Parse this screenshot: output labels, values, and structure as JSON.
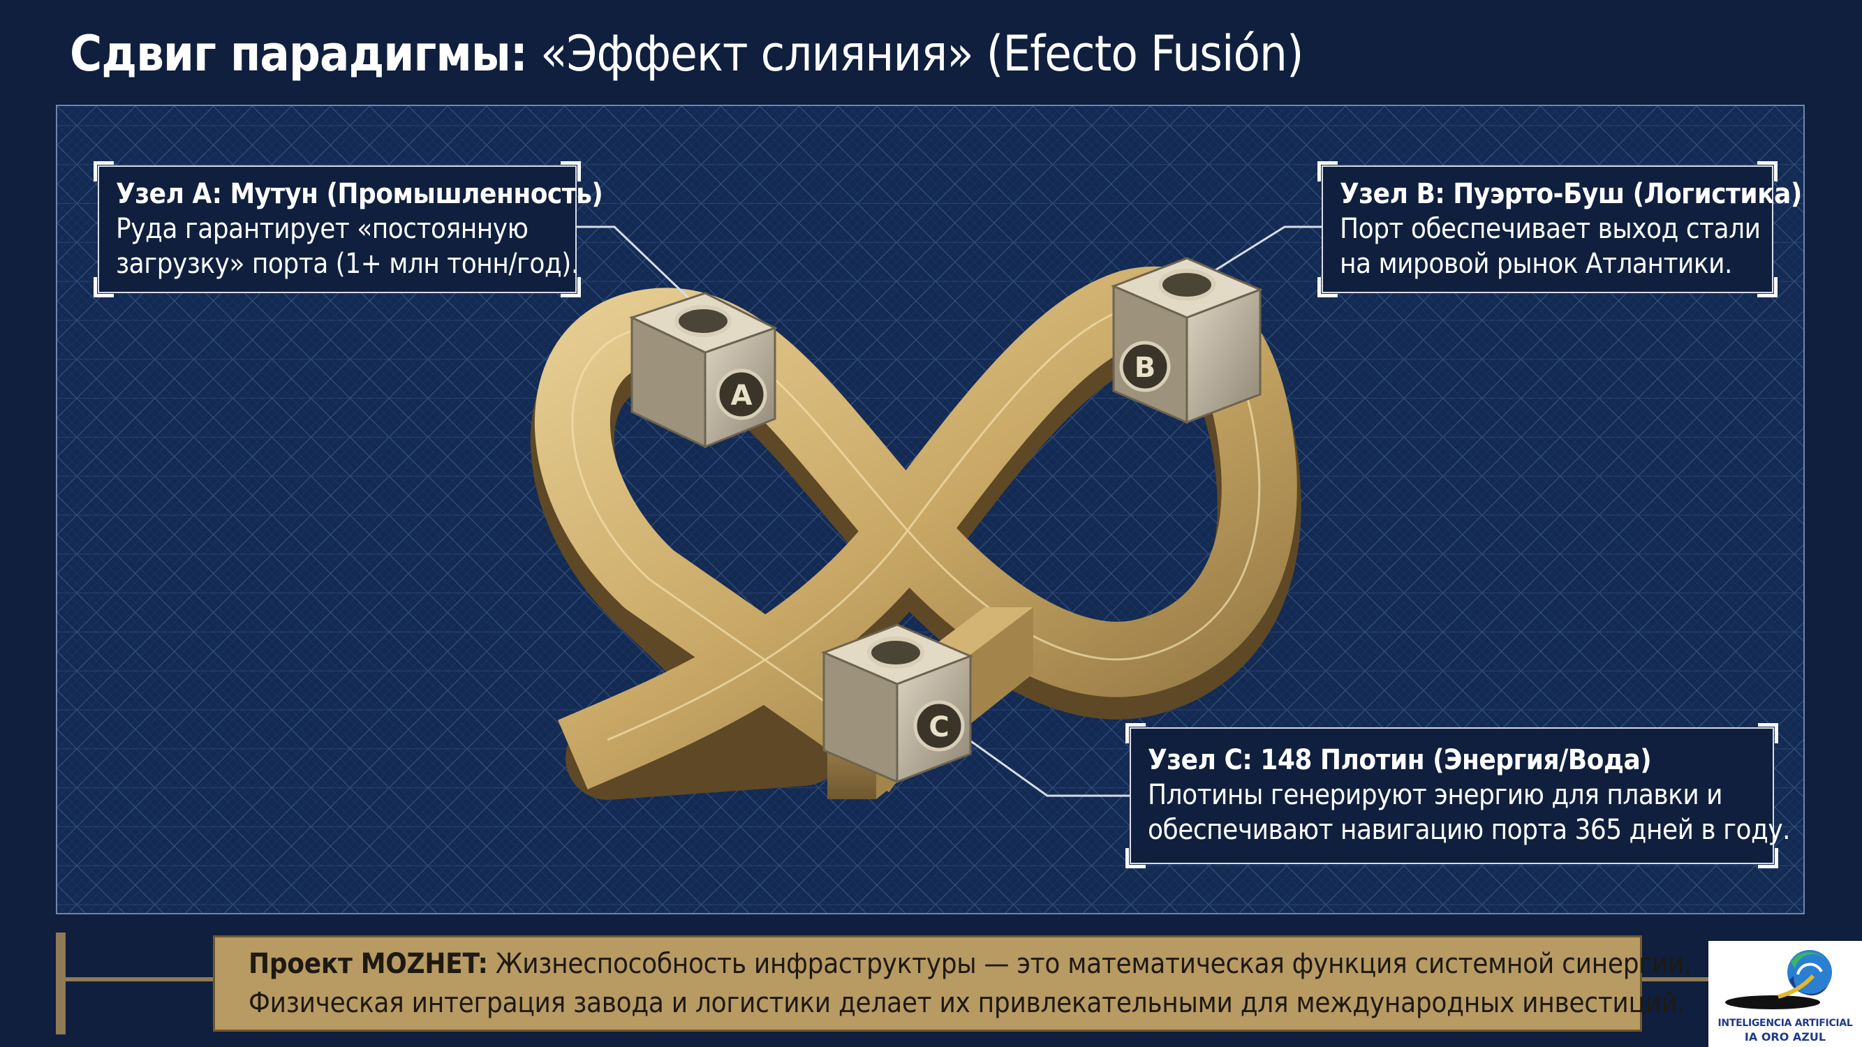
{
  "title": {
    "bold_part": "Сдвиг парадигмы:",
    "rest": "«Эффект слияния» (Efecto Fusión)"
  },
  "nodes": [
    {
      "letter": "A",
      "heading": "Узел A: Мутун (Промышленность)",
      "lines": [
        "Руда гарантирует «постоянную",
        "загрузку» порта (1+ млн тонн/год)."
      ]
    },
    {
      "letter": "B",
      "heading": "Узел B: Пуэрто-Буш (Логистика)",
      "lines": [
        "Порт обеспечивает выход стали",
        "на мировой рынок Атлантики."
      ]
    },
    {
      "letter": "C",
      "heading": "Узел C: 148 Плотин (Энергия/Вода)",
      "lines": [
        "Плотины генерируют энергию для плавки и",
        "обеспечивают навигацию порта 365 дней в году."
      ]
    }
  ],
  "footer": {
    "bold_part": "Проект MOZHET:",
    "line1_rest": "Жизнеспособность инфраструктуры — это математическая функция системной синергии.",
    "line2": "Физическая интеграция завода и логистики делает их привлекательными для международных инвестиций."
  },
  "logo": {
    "line1": "INTELIGENCIA ARTIFICIAL",
    "line2": "IA ORO AZUL"
  },
  "colors": {
    "background": "#0f1f3d",
    "gold": "#c9a866",
    "footer_fill": "#b89a63",
    "logo_blue": "#1f3a8a"
  }
}
